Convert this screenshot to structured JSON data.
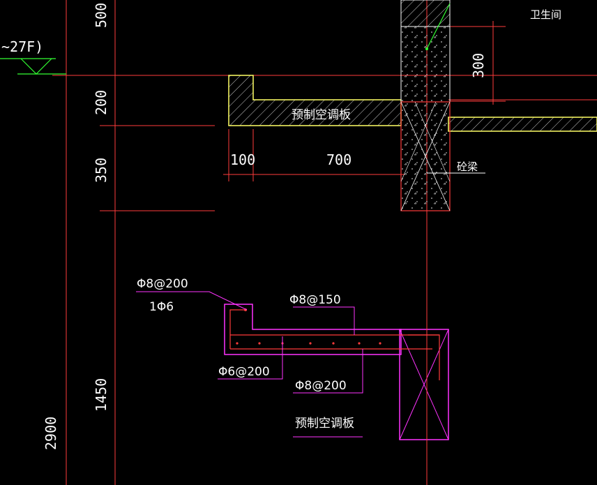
{
  "drawing": {
    "level_tag": "~27F)",
    "room_label": "卫生间",
    "top_section_label": "预制空调板",
    "beam_label": "砼梁",
    "bottom_section_label": "预制空调板",
    "dims": {
      "d500": "500",
      "d200": "200",
      "d350": "350",
      "d1450": "1450",
      "d2900": "2900",
      "d300": "300",
      "d100": "100",
      "d700": "700"
    },
    "rebar": {
      "r1a": "Φ8@200",
      "r1b": "1Φ6",
      "r2": "Φ8@150",
      "r3": "Φ6@200",
      "r4": "Φ8@200"
    }
  },
  "colors": {
    "red": "#ff3b3b",
    "yellow": "#ffff66",
    "white": "#ffffff",
    "magenta": "#ff33ff",
    "green": "#33ff33",
    "background": "#000000"
  }
}
